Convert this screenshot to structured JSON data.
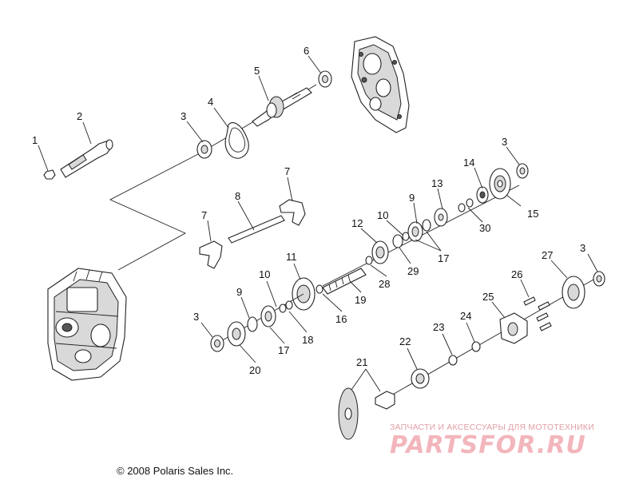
{
  "callouts": [
    {
      "id": "c1",
      "text": "1"
    },
    {
      "id": "c2",
      "text": "2"
    },
    {
      "id": "c3a",
      "text": "3"
    },
    {
      "id": "c4",
      "text": "4"
    },
    {
      "id": "c5",
      "text": "5"
    },
    {
      "id": "c6",
      "text": "6"
    },
    {
      "id": "c7a",
      "text": "7"
    },
    {
      "id": "c7b",
      "text": "7"
    },
    {
      "id": "c8",
      "text": "8"
    },
    {
      "id": "c3b",
      "text": "3"
    },
    {
      "id": "c14",
      "text": "14"
    },
    {
      "id": "c13",
      "text": "13"
    },
    {
      "id": "c9a",
      "text": "9"
    },
    {
      "id": "c10a",
      "text": "10"
    },
    {
      "id": "c12",
      "text": "12"
    },
    {
      "id": "c15",
      "text": "15"
    },
    {
      "id": "c30",
      "text": "30"
    },
    {
      "id": "c17a",
      "text": "17"
    },
    {
      "id": "c29",
      "text": "29"
    },
    {
      "id": "c28",
      "text": "28"
    },
    {
      "id": "c11",
      "text": "11"
    },
    {
      "id": "c19",
      "text": "19"
    },
    {
      "id": "c16",
      "text": "16"
    },
    {
      "id": "c10b",
      "text": "10"
    },
    {
      "id": "c9b",
      "text": "9"
    },
    {
      "id": "c18",
      "text": "18"
    },
    {
      "id": "c17b",
      "text": "17"
    },
    {
      "id": "c3c",
      "text": "3"
    },
    {
      "id": "c20",
      "text": "20"
    },
    {
      "id": "c27",
      "text": "27"
    },
    {
      "id": "c3d",
      "text": "3"
    },
    {
      "id": "c26",
      "text": "26"
    },
    {
      "id": "c25",
      "text": "25"
    },
    {
      "id": "c24",
      "text": "24"
    },
    {
      "id": "c23",
      "text": "23"
    },
    {
      "id": "c22",
      "text": "22"
    },
    {
      "id": "c21",
      "text": "21"
    }
  ],
  "copyright": "© 2008 Polaris Sales Inc.",
  "watermark": {
    "subtitle": "ЗАПЧАСТИ И АКСЕССУАРЫ ДЛЯ МОТОТЕХНИКИ",
    "logo": "PARTSFOR.RU"
  }
}
